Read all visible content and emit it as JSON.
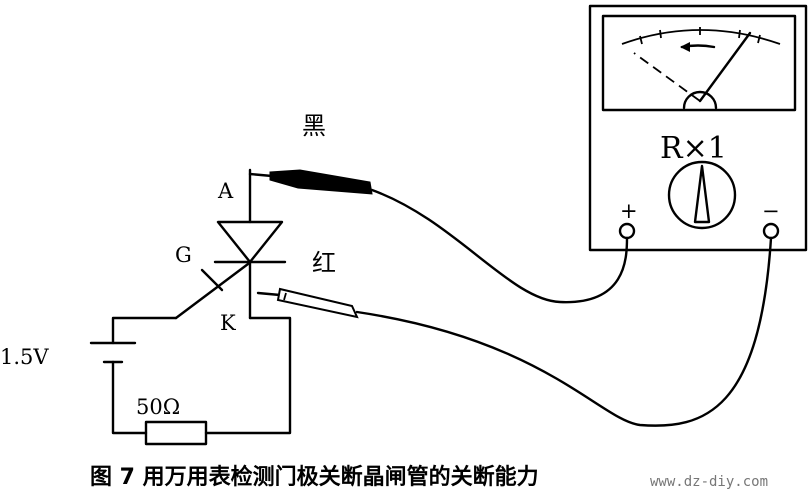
{
  "figure": {
    "caption": "图 7  用万用表检测门极关断晶闸管的关断能力",
    "watermark": "www.dz-diy.com"
  },
  "thyristor": {
    "anode_label": "A",
    "gate_label": "G",
    "cathode_label": "K"
  },
  "probes": {
    "black_label": "黑",
    "red_label": "红"
  },
  "multimeter": {
    "range_label": "R×1",
    "plus_label": "+",
    "minus_label": "−",
    "needle_direction_icon": "arrow-left-icon"
  },
  "source": {
    "battery_label": "1.5V",
    "resistor_label": "50Ω"
  }
}
